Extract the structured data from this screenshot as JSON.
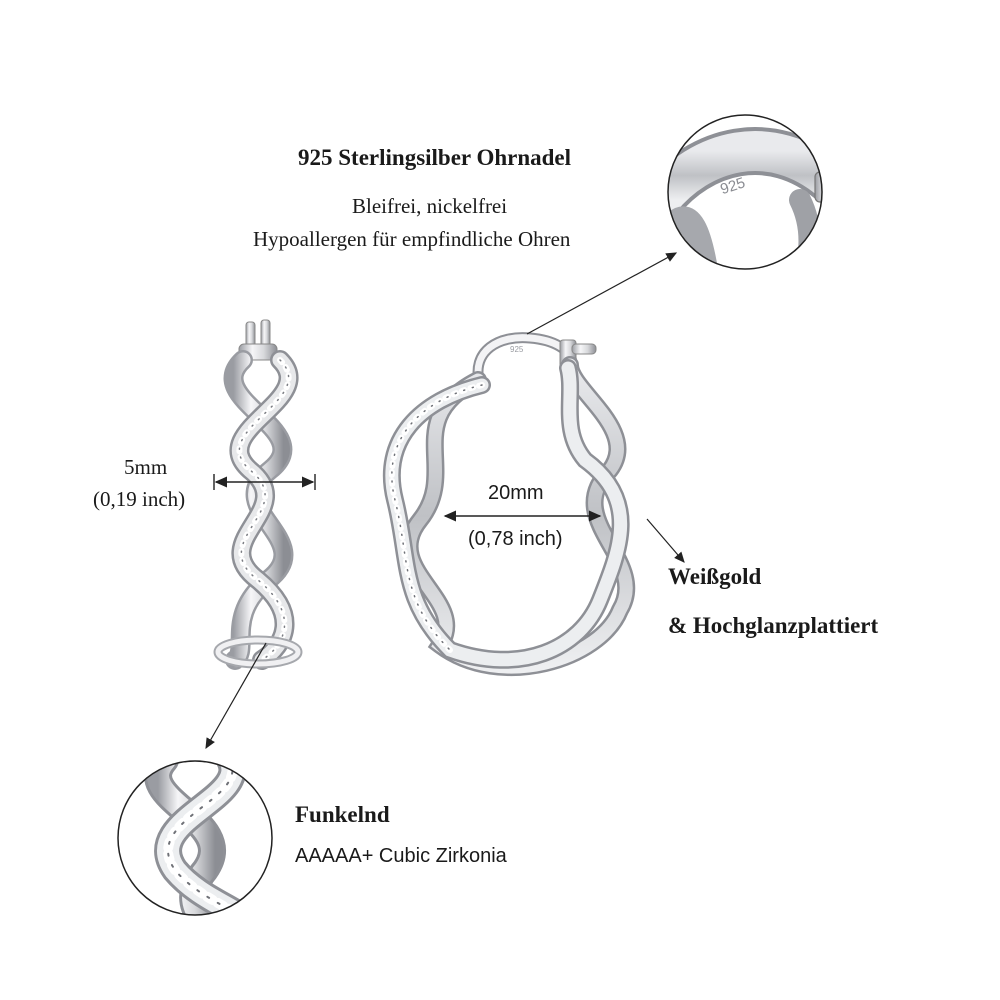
{
  "clasp_callout": {
    "title": "925 Sterlingsilber Ohrnadel",
    "line1": "Bleifrei, nickelfrei",
    "line2": "Hypoallergen für empfindliche Ohren",
    "stamp": "925"
  },
  "width_dimension": {
    "value": "5mm",
    "inch": "(0,19 inch)"
  },
  "diameter_dimension": {
    "value": "20mm",
    "inch": "(0,78 inch)"
  },
  "finish_callout": {
    "line1": "Weißgold",
    "line2": "& Hochglanzplattiert"
  },
  "stone_callout": {
    "title": "Funkelnd",
    "subtitle": "AAAAA+ Cubic Zirkonia"
  },
  "colors": {
    "background": "#ffffff",
    "text": "#1a1a1a",
    "silver_light": "#f4f4f6",
    "silver_mid": "#cfd0d4",
    "silver_dark": "#8e9096",
    "outline": "#222222"
  }
}
